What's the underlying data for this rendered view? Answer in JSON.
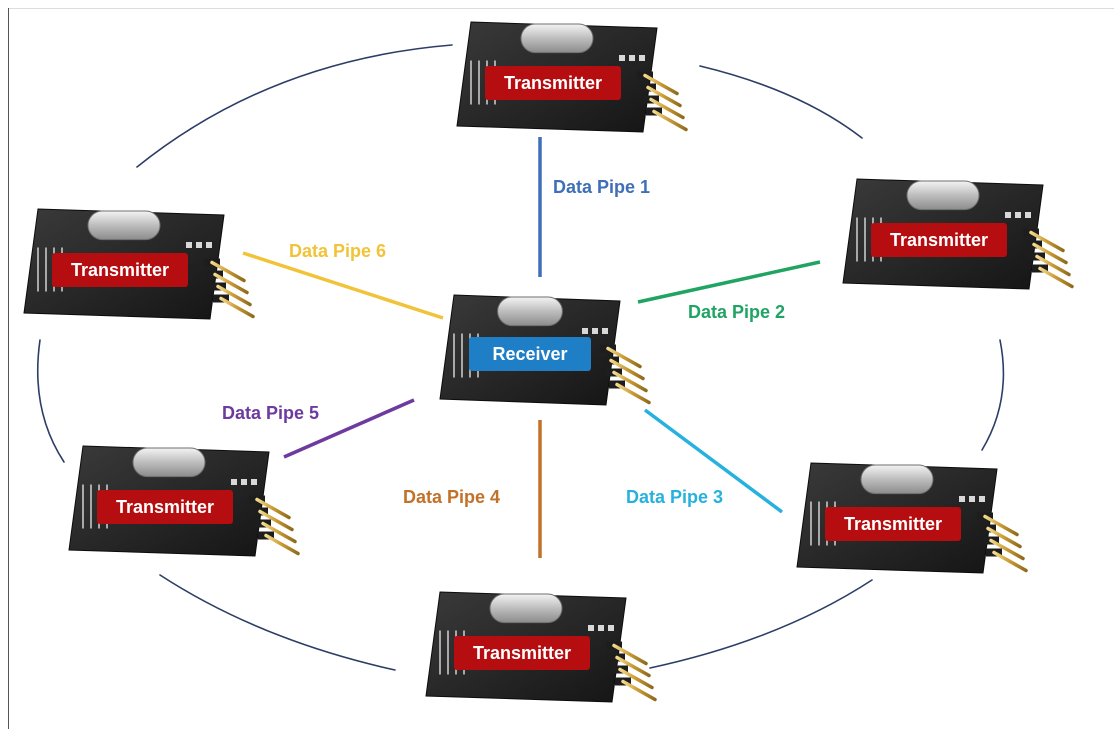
{
  "center": {
    "label": "Receiver",
    "tag_color": "#1f7fc6"
  },
  "transmitter": {
    "label": "Transmitter",
    "tag_color": "#b50d10"
  },
  "pipes": [
    {
      "label": "Data Pipe 1",
      "color": "#3f6fb7"
    },
    {
      "label": "Data Pipe 2",
      "color": "#1fa463"
    },
    {
      "label": "Data Pipe 3",
      "color": "#27b1de"
    },
    {
      "label": "Data Pipe 4",
      "color": "#c2712a"
    },
    {
      "label": "Data Pipe 5",
      "color": "#6d3aa0"
    },
    {
      "label": "Data Pipe 6",
      "color": "#f1c338"
    }
  ],
  "ring_color": "#2c3e66",
  "board_color": "#2a2a2a"
}
